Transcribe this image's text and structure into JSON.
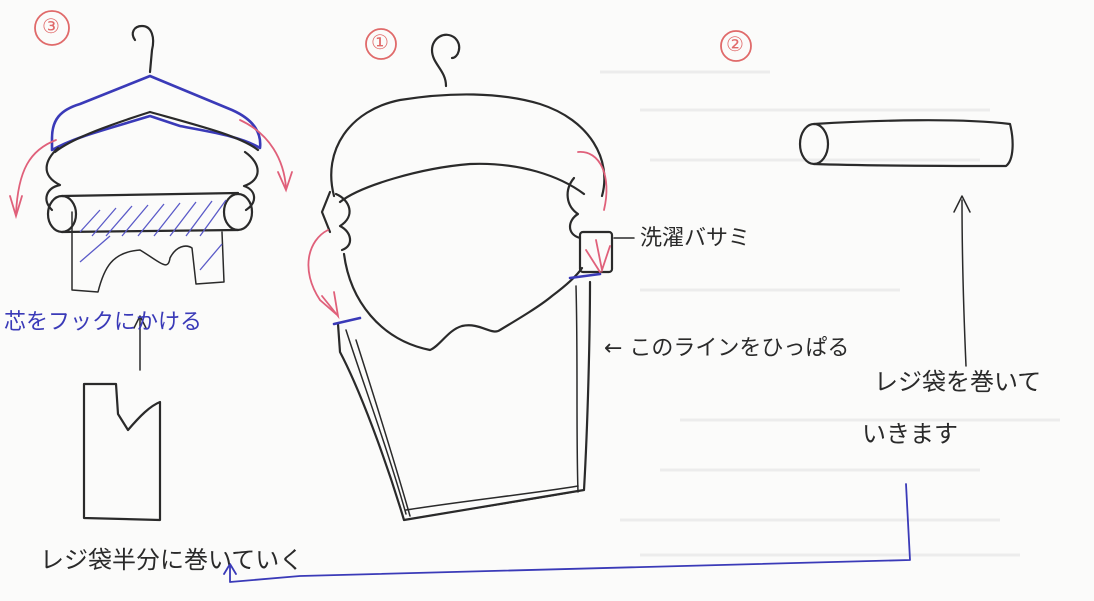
{
  "steps": {
    "step1_number": "①",
    "step2_number": "②",
    "step3_number": "③"
  },
  "labels": {
    "clothespin": "洗濯バサミ",
    "pull_line": "← このラインをひっぱる",
    "wrap_bag_line1": "レジ袋を巻いて",
    "wrap_bag_line2": "いきます",
    "hook_core": "芯をフックにかける",
    "roll_half": "レジ袋半分に巻いていく"
  },
  "colors": {
    "ink": "#2a2a2a",
    "blue_ink": "#3a3ab8",
    "red_ink": "#e06a6a",
    "pink_ink": "#e0607a"
  }
}
